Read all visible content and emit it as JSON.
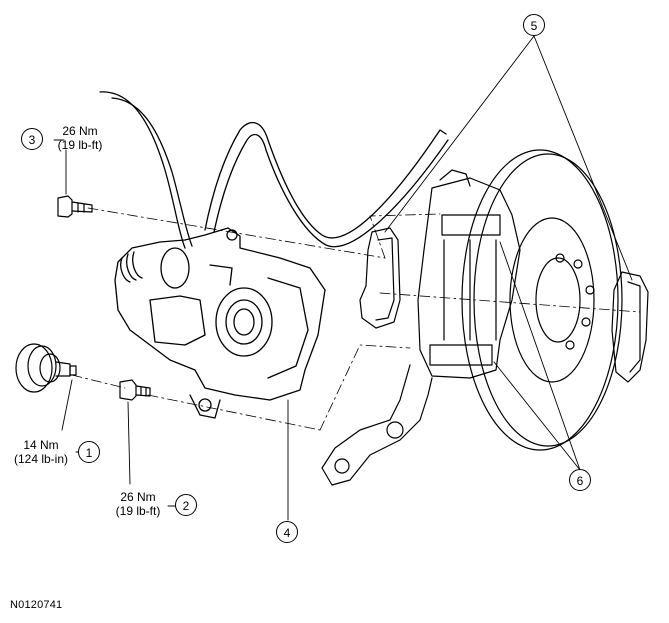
{
  "callouts": [
    "1",
    "2",
    "3",
    "4",
    "5",
    "6"
  ],
  "torque": {
    "item1": {
      "nm": "14 Nm",
      "alt": "(124 lb-in)"
    },
    "item2": {
      "nm": "26 Nm",
      "alt": "(19 lb-ft)"
    },
    "item3": {
      "nm": "26 Nm",
      "alt": "(19 lb-ft)"
    }
  },
  "figure_id": "N0120741",
  "colors": {
    "line": "#000000",
    "background": "#ffffff"
  }
}
